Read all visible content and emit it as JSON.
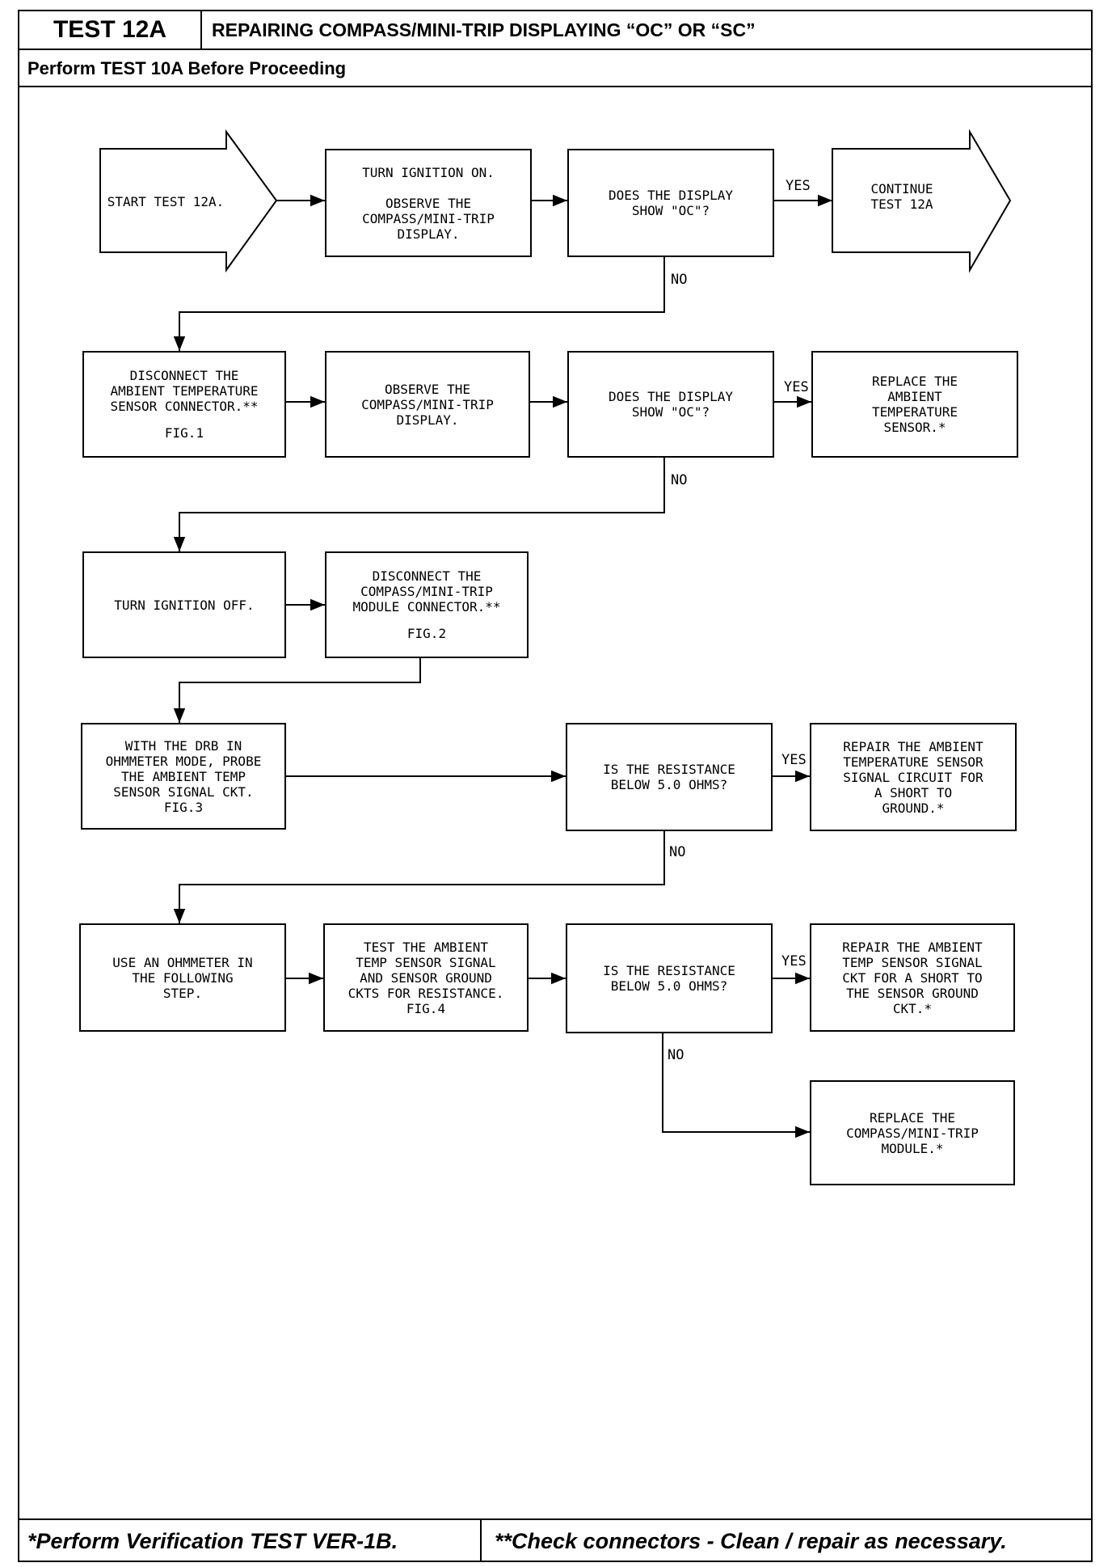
{
  "header": {
    "test_id": "TEST 12A",
    "title": "REPAIRING COMPASS/MINI-TRIP DISPLAYING “OC” OR “SC”",
    "subtitle": "Perform TEST 10A Before Proceeding"
  },
  "footer": {
    "left_note": "*Perform Verification TEST VER-1B.",
    "right_note": "**Check connectors - Clean / repair as necessary."
  },
  "flow": {
    "start": "START TEST 12A.",
    "turn_on": "TURN IGNITION ON.\n\nOBSERVE THE\nCOMPASS/MINI-TRIP\nDISPLAY.",
    "q1": "DOES THE DISPLAY\nSHOW \"OC\"?",
    "continue": "CONTINUE\nTEST 12A",
    "disconnect_ambient": "DISCONNECT THE\nAMBIENT TEMPERATURE\nSENSOR CONNECTOR.**",
    "disconnect_ambient_fig": "FIG.1",
    "observe": "OBSERVE THE\nCOMPASS/MINI-TRIP\nDISPLAY.",
    "q2": "DOES THE DISPLAY\nSHOW \"OC\"?",
    "replace_sensor": "REPLACE THE\nAMBIENT\nTEMPERATURE\nSENSOR.*",
    "turn_off": "TURN IGNITION OFF.",
    "disconnect_module": "DISCONNECT THE\nCOMPASS/MINI-TRIP\nMODULE CONNECTOR.**",
    "disconnect_module_fig": "FIG.2",
    "probe": "WITH THE DRB IN\nOHMMETER MODE, PROBE\nTHE AMBIENT TEMP\nSENSOR SIGNAL CKT.\nFIG.3",
    "q3": "IS THE RESISTANCE\nBELOW 5.0 OHMS?",
    "repair_short_ground": "REPAIR THE AMBIENT\nTEMPERATURE SENSOR\nSIGNAL CIRCUIT FOR\nA SHORT TO\nGROUND.*",
    "use_ohmmeter": "USE AN OHMMETER IN\nTHE FOLLOWING\nSTEP.",
    "test_ckts": "TEST THE AMBIENT\nTEMP SENSOR SIGNAL\nAND SENSOR GROUND\nCKTS FOR RESISTANCE.\nFIG.4",
    "q4": "IS THE RESISTANCE\nBELOW 5.0 OHMS?",
    "repair_short_sensor_ground": "REPAIR THE AMBIENT\nTEMP SENSOR SIGNAL\nCKT FOR A SHORT TO\nTHE SENSOR GROUND\nCKT.*",
    "replace_module": "REPLACE THE\nCOMPASS/MINI-TRIP\nMODULE.*"
  },
  "labels": {
    "yes": "YES",
    "no": "NO"
  }
}
